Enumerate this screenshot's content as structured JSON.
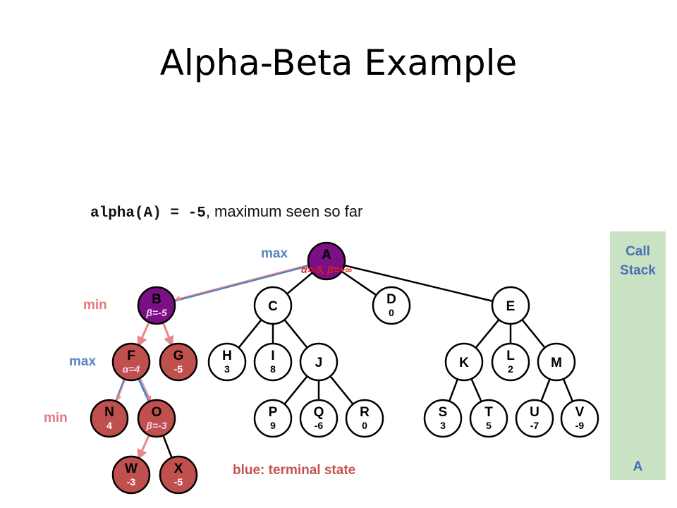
{
  "title": "Alpha-Beta Example",
  "subtitle": {
    "code": "alpha(A) = -5",
    "text": ", maximum seen so far"
  },
  "levels": [
    {
      "id": "max0",
      "text": "max"
    },
    {
      "id": "min1",
      "text": "min"
    },
    {
      "id": "max2",
      "text": "max"
    },
    {
      "id": "min3",
      "text": "min"
    }
  ],
  "colors": {
    "purple": "#7b0f84",
    "red": "#c0504d",
    "blue_edge": "#4f81bd",
    "pink_edge": "#e8868a",
    "alpha_red": "#e02020",
    "beta_light": "#f5d0f5",
    "max_label": "#5b84be",
    "min_label": "#e8777c"
  },
  "nodes": [
    {
      "id": "A",
      "label": "A",
      "annot": "α=-5, β=+∞",
      "style": "purple"
    },
    {
      "id": "B",
      "label": "B",
      "annot": "β=-5",
      "style": "purple"
    },
    {
      "id": "C",
      "label": "C",
      "style": "white"
    },
    {
      "id": "D",
      "label": "D",
      "value": "0",
      "style": "white"
    },
    {
      "id": "E",
      "label": "E",
      "style": "white"
    },
    {
      "id": "F",
      "label": "F",
      "annot": "α=4",
      "style": "red"
    },
    {
      "id": "G",
      "label": "G",
      "value": "-5",
      "style": "red"
    },
    {
      "id": "H",
      "label": "H",
      "value": "3",
      "style": "white"
    },
    {
      "id": "I",
      "label": "I",
      "value": "8",
      "style": "white"
    },
    {
      "id": "J",
      "label": "J",
      "style": "white"
    },
    {
      "id": "K",
      "label": "K",
      "style": "white"
    },
    {
      "id": "L",
      "label": "L",
      "value": "2",
      "style": "white"
    },
    {
      "id": "M",
      "label": "M",
      "style": "white"
    },
    {
      "id": "N",
      "label": "N",
      "value": "4",
      "style": "red"
    },
    {
      "id": "O",
      "label": "O",
      "annot": "β=-3",
      "style": "red"
    },
    {
      "id": "P",
      "label": "P",
      "value": "9",
      "style": "white"
    },
    {
      "id": "Q",
      "label": "Q",
      "value": "-6",
      "style": "white"
    },
    {
      "id": "R",
      "label": "R",
      "value": "0",
      "style": "white"
    },
    {
      "id": "S",
      "label": "S",
      "value": "3",
      "style": "white"
    },
    {
      "id": "T",
      "label": "T",
      "value": "5",
      "style": "white"
    },
    {
      "id": "U",
      "label": "U",
      "value": "-7",
      "style": "white"
    },
    {
      "id": "V",
      "label": "V",
      "value": "-9",
      "style": "white"
    },
    {
      "id": "W",
      "label": "W",
      "value": "-3",
      "style": "red"
    },
    {
      "id": "X",
      "label": "X",
      "value": "-5",
      "style": "red"
    }
  ],
  "edges": [
    {
      "from": "A",
      "to": "B",
      "style": "blue"
    },
    {
      "from": "A",
      "to": "C",
      "style": "black"
    },
    {
      "from": "A",
      "to": "D",
      "style": "black"
    },
    {
      "from": "A",
      "to": "E",
      "style": "black"
    },
    {
      "from": "B",
      "to": "F",
      "style": "pink"
    },
    {
      "from": "B",
      "to": "G",
      "style": "pink"
    },
    {
      "from": "C",
      "to": "H",
      "style": "black"
    },
    {
      "from": "C",
      "to": "I",
      "style": "black"
    },
    {
      "from": "C",
      "to": "J",
      "style": "black"
    },
    {
      "from": "E",
      "to": "K",
      "style": "black"
    },
    {
      "from": "E",
      "to": "L",
      "style": "black"
    },
    {
      "from": "E",
      "to": "M",
      "style": "black"
    },
    {
      "from": "F",
      "to": "N",
      "style": "blue"
    },
    {
      "from": "F",
      "to": "O",
      "style": "blue"
    },
    {
      "from": "J",
      "to": "P",
      "style": "black"
    },
    {
      "from": "J",
      "to": "Q",
      "style": "black"
    },
    {
      "from": "J",
      "to": "R",
      "style": "black"
    },
    {
      "from": "K",
      "to": "S",
      "style": "black"
    },
    {
      "from": "K",
      "to": "T",
      "style": "black"
    },
    {
      "from": "M",
      "to": "U",
      "style": "black"
    },
    {
      "from": "M",
      "to": "V",
      "style": "black"
    },
    {
      "from": "O",
      "to": "W",
      "style": "pink"
    },
    {
      "from": "O",
      "to": "X",
      "style": "black"
    }
  ],
  "call_stack": {
    "title_line1": "Call",
    "title_line2": "Stack",
    "items": [
      "A"
    ]
  },
  "legend": "blue: terminal state"
}
